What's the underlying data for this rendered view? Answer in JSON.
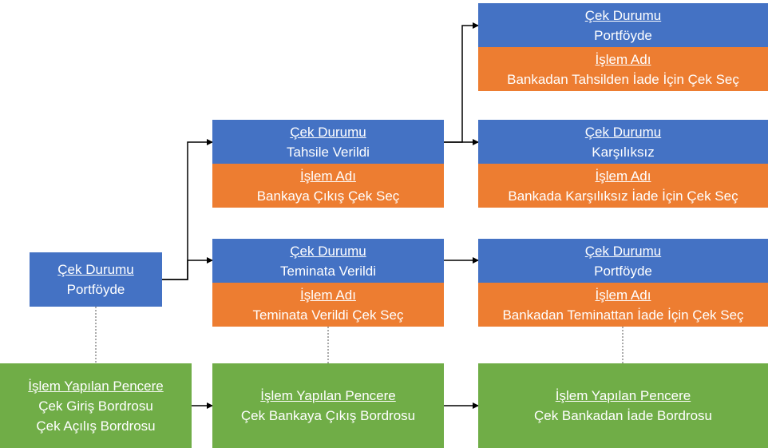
{
  "nodes": {
    "root": {
      "heading": "Çek Durumu",
      "value": "Portföyde"
    },
    "tahsile": {
      "status_heading": "Çek Durumu",
      "status_value": "Tahsile Verildi",
      "action_heading": "İşlem Adı",
      "action_value": "Bankaya Çıkış Çek Seç"
    },
    "teminata": {
      "status_heading": "Çek Durumu",
      "status_value": "Teminata Verildi",
      "action_heading": "İşlem Adı",
      "action_value": "Teminata Verildi Çek Seç"
    },
    "tahsil_iade": {
      "status_heading": "Çek Durumu",
      "status_value": "Portföyde",
      "action_heading": "İşlem Adı",
      "action_value": "Bankadan Tahsilden İade İçin Çek Seç"
    },
    "karsiliksiz": {
      "status_heading": "Çek Durumu",
      "status_value": "Karşılıksız",
      "action_heading": "İşlem Adı",
      "action_value": "Bankada Karşılıksız İade İçin Çek Seç"
    },
    "teminat_iade": {
      "status_heading": "Çek Durumu",
      "status_value": "Portföyde",
      "action_heading": "İşlem Adı",
      "action_value": "Bankadan Teminattan İade İçin Çek Seç"
    }
  },
  "windows": {
    "giris": {
      "heading": "İşlem Yapılan Pencere",
      "line1": "Çek Giriş Bordrosu",
      "line2": "Çek Açılış Bordrosu"
    },
    "cikis": {
      "heading": "İşlem Yapılan Pencere",
      "line1": "Çek Bankaya Çıkış Bordrosu"
    },
    "iade": {
      "heading": "İşlem Yapılan Pencere",
      "line1": "Çek Bankadan İade Bordrosu"
    }
  },
  "colors": {
    "status_box": "#4472c4",
    "action_box": "#ed7d31",
    "window_box": "#70ad47",
    "connector": "#000000",
    "dotted_connector": "#555555"
  }
}
